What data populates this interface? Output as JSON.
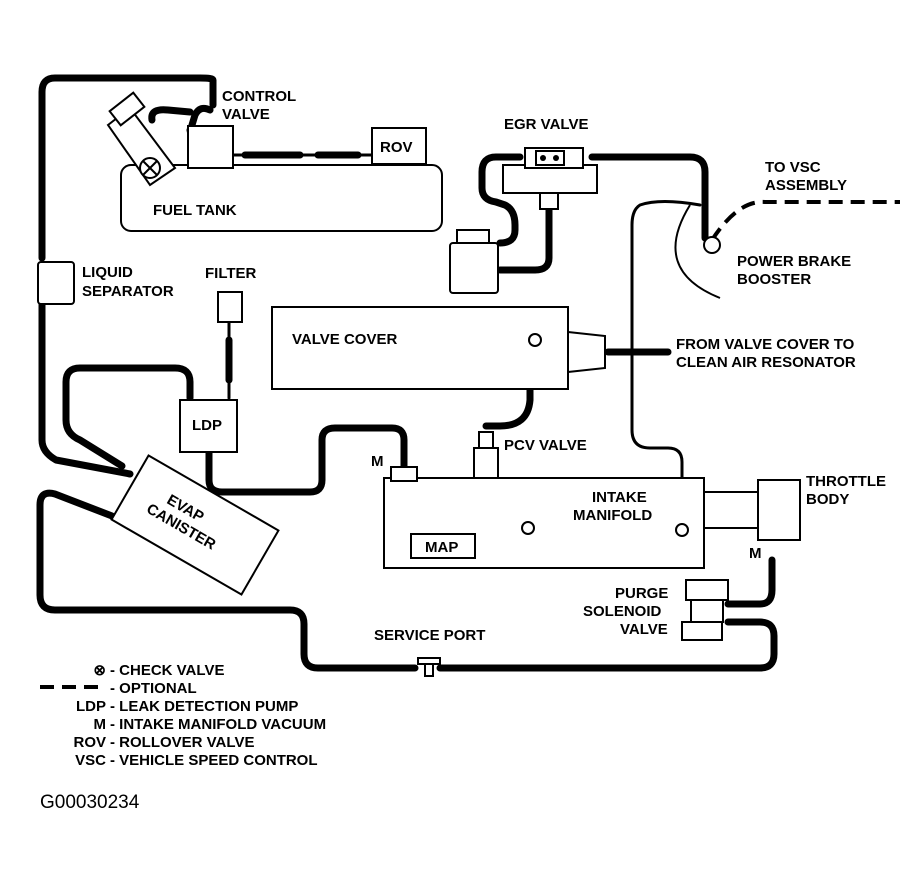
{
  "labels": {
    "control_valve": [
      "CONTROL",
      "VALVE"
    ],
    "rov": "ROV",
    "fuel_tank": "FUEL TANK",
    "egr_valve": "EGR VALVE",
    "to_vsc": [
      "TO VSC",
      "ASSEMBLY"
    ],
    "power_brake": [
      "POWER BRAKE",
      "BOOSTER"
    ],
    "liquid_separator": [
      "LIQUID",
      "SEPARATOR"
    ],
    "filter": "FILTER",
    "valve_cover": "VALVE COVER",
    "from_valve_cover": [
      "FROM VALVE COVER TO",
      "CLEAN AIR RESONATOR"
    ],
    "ldp": "LDP",
    "pcv_valve": "PCV VALVE",
    "m_manifold": "M",
    "m_throttle": "M",
    "evap_canister": [
      "EVAP",
      "CANISTER"
    ],
    "intake_manifold": [
      "INTAKE",
      "MANIFOLD"
    ],
    "throttle_body": [
      "THROTTLE",
      "BODY"
    ],
    "map": "MAP",
    "purge_solenoid": [
      "PURGE",
      "SOLENOID",
      "VALVE"
    ],
    "service_port": "SERVICE PORT"
  },
  "legend": [
    {
      "symbol": "⊗",
      "text": "- CHECK VALVE"
    },
    {
      "symbol": "",
      "text": "- OPTIONAL"
    },
    {
      "symbol": "LDP",
      "text": "- LEAK DETECTION PUMP"
    },
    {
      "symbol": "M",
      "text": "- INTAKE MANIFOLD VACUUM"
    },
    {
      "symbol": "ROV",
      "text": "- ROLLOVER VALVE"
    },
    {
      "symbol": "VSC",
      "text": "- VEHICLE SPEED CONTROL"
    }
  ],
  "figure_code": "G00030234"
}
